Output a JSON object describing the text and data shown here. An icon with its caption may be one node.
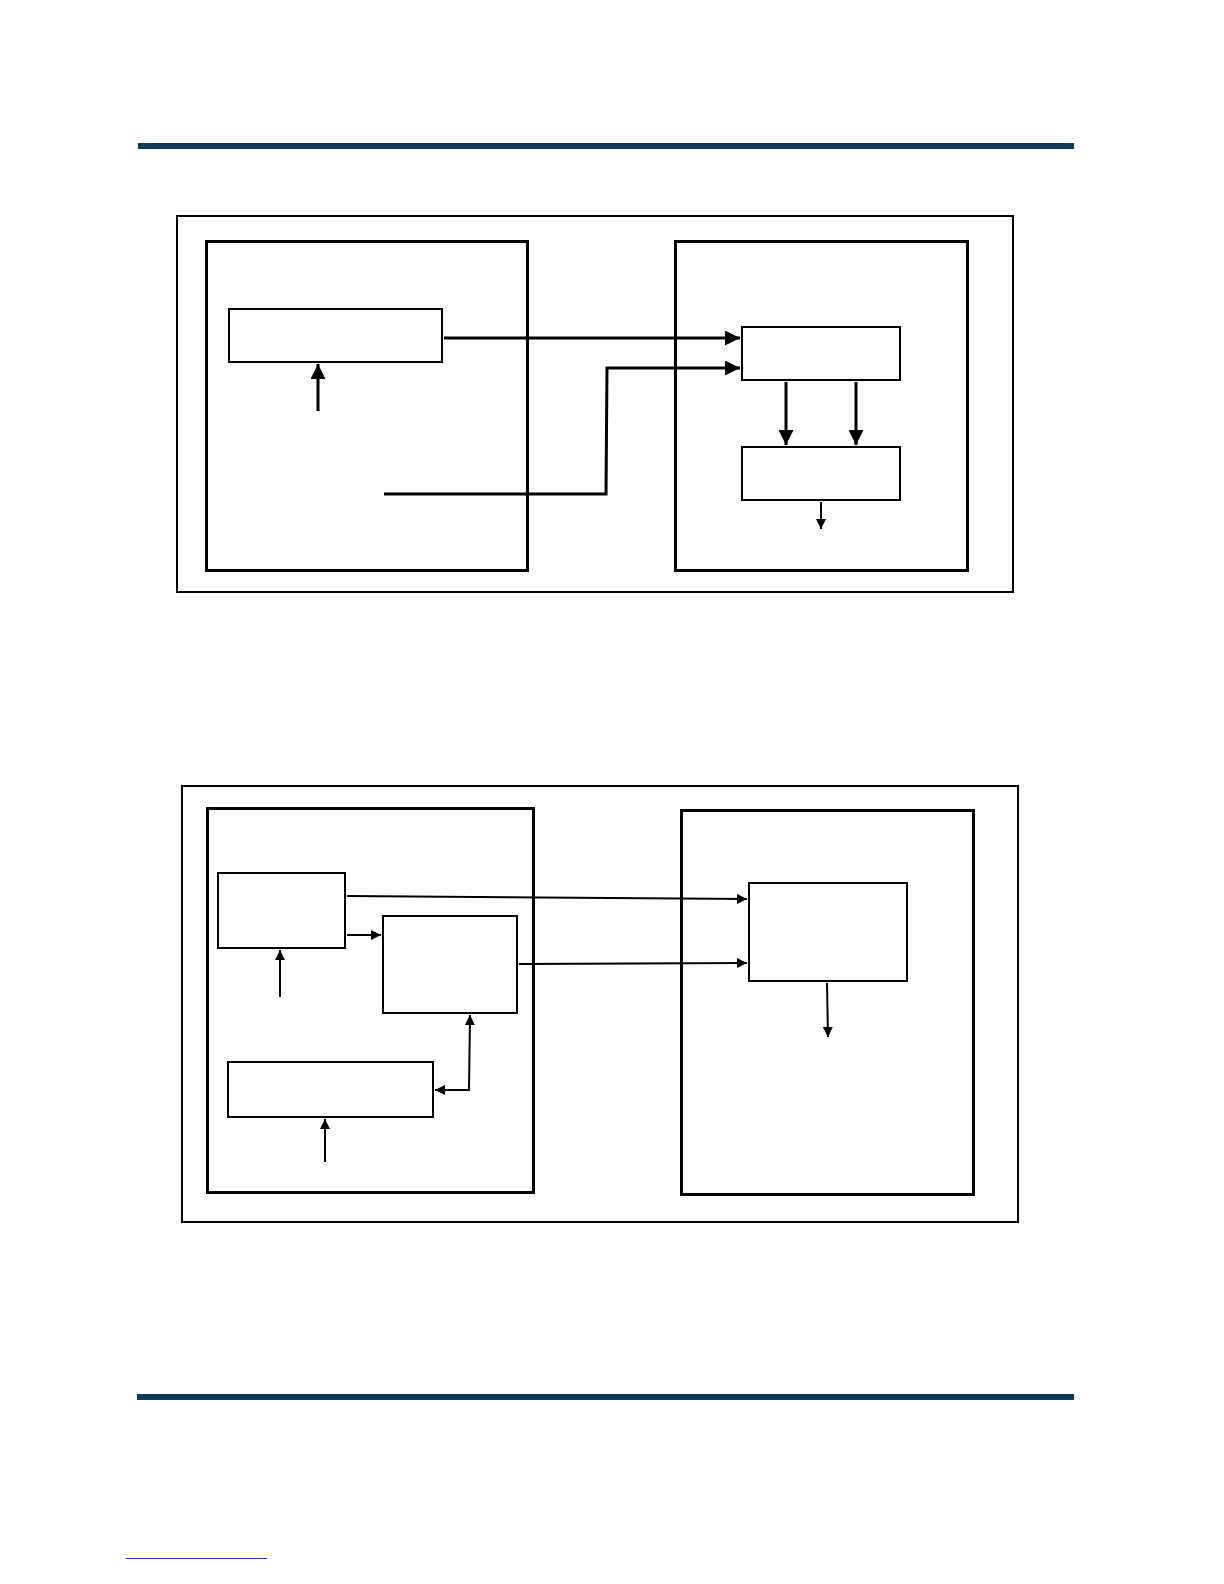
{
  "diagram": {
    "nodes": [
      {
        "text": [],
        "shape": "box"
      },
      {
        "text": [],
        "shape": "box",
        "in": 0
      },
      {
        "text": [],
        "shape": "box",
        "in": 1
      },
      {
        "text": [],
        "shape": "box",
        "in": 0
      },
      {
        "text": [],
        "shape": "box",
        "in": 3
      },
      {
        "text": [],
        "shape": "box",
        "in": 3
      },
      {
        "text": [],
        "shape": "box"
      },
      {
        "text": [],
        "shape": "box",
        "in": 6
      },
      {
        "text": [],
        "shape": "box",
        "in": 7
      },
      {
        "text": [],
        "shape": "box",
        "in": 7
      },
      {
        "text": [],
        "shape": "box",
        "in": 7
      },
      {
        "text": [],
        "shape": "box",
        "in": 6
      },
      {
        "text": [],
        "shape": "box",
        "in": 11
      }
    ],
    "edges": [
      {
        "from": null,
        "to": 2,
        "arrow": "to"
      },
      {
        "from": 2,
        "to": 4,
        "arrow": "to"
      },
      {
        "from": null,
        "to": 4,
        "arrow": "to"
      },
      {
        "from": 4,
        "to": 5,
        "arrow": "to"
      },
      {
        "from": 4,
        "to": 5,
        "arrow": "to"
      },
      {
        "from": 5,
        "to": null,
        "arrow": "to"
      },
      {
        "from": null,
        "to": 8,
        "arrow": "to"
      },
      {
        "from": 8,
        "to": 12,
        "arrow": "to"
      },
      {
        "from": 8,
        "to": 9,
        "arrow": "to"
      },
      {
        "from": 9,
        "to": 12,
        "arrow": "to"
      },
      {
        "from": 10,
        "to": 9,
        "arrow": "both"
      },
      {
        "from": 12,
        "to": null,
        "arrow": "to"
      },
      {
        "from": null,
        "to": 10,
        "arrow": "to"
      }
    ]
  }
}
